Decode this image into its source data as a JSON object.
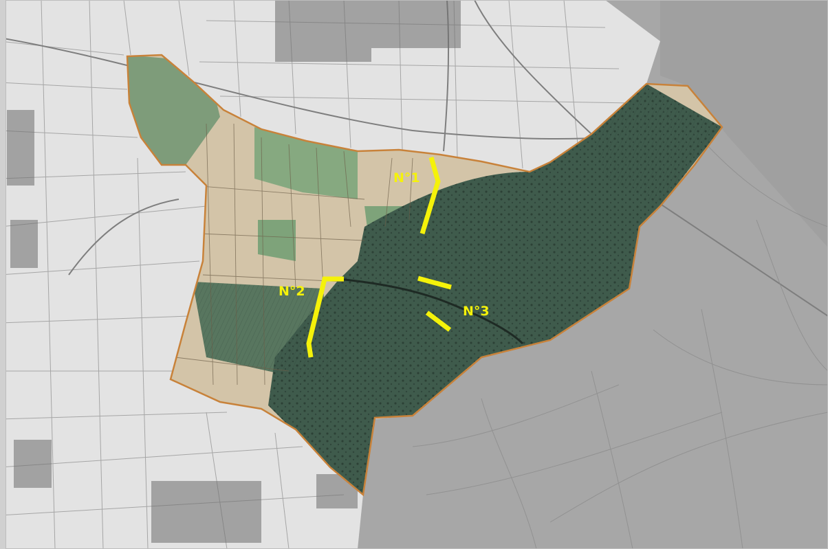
{
  "labels": {
    "n1": "N°1",
    "n2": "N°2",
    "n3": "N°3"
  },
  "colors": {
    "marker": "#f5f20a",
    "boundary": "#c8823a",
    "outer_map": "#e2e2e2",
    "aerial_gray": "#a6a6a6",
    "field_tan": "#d3c4a8",
    "field_green": "#7d9d78",
    "village_dark": "#3f5b4c",
    "frame": "#c9c9c9"
  }
}
